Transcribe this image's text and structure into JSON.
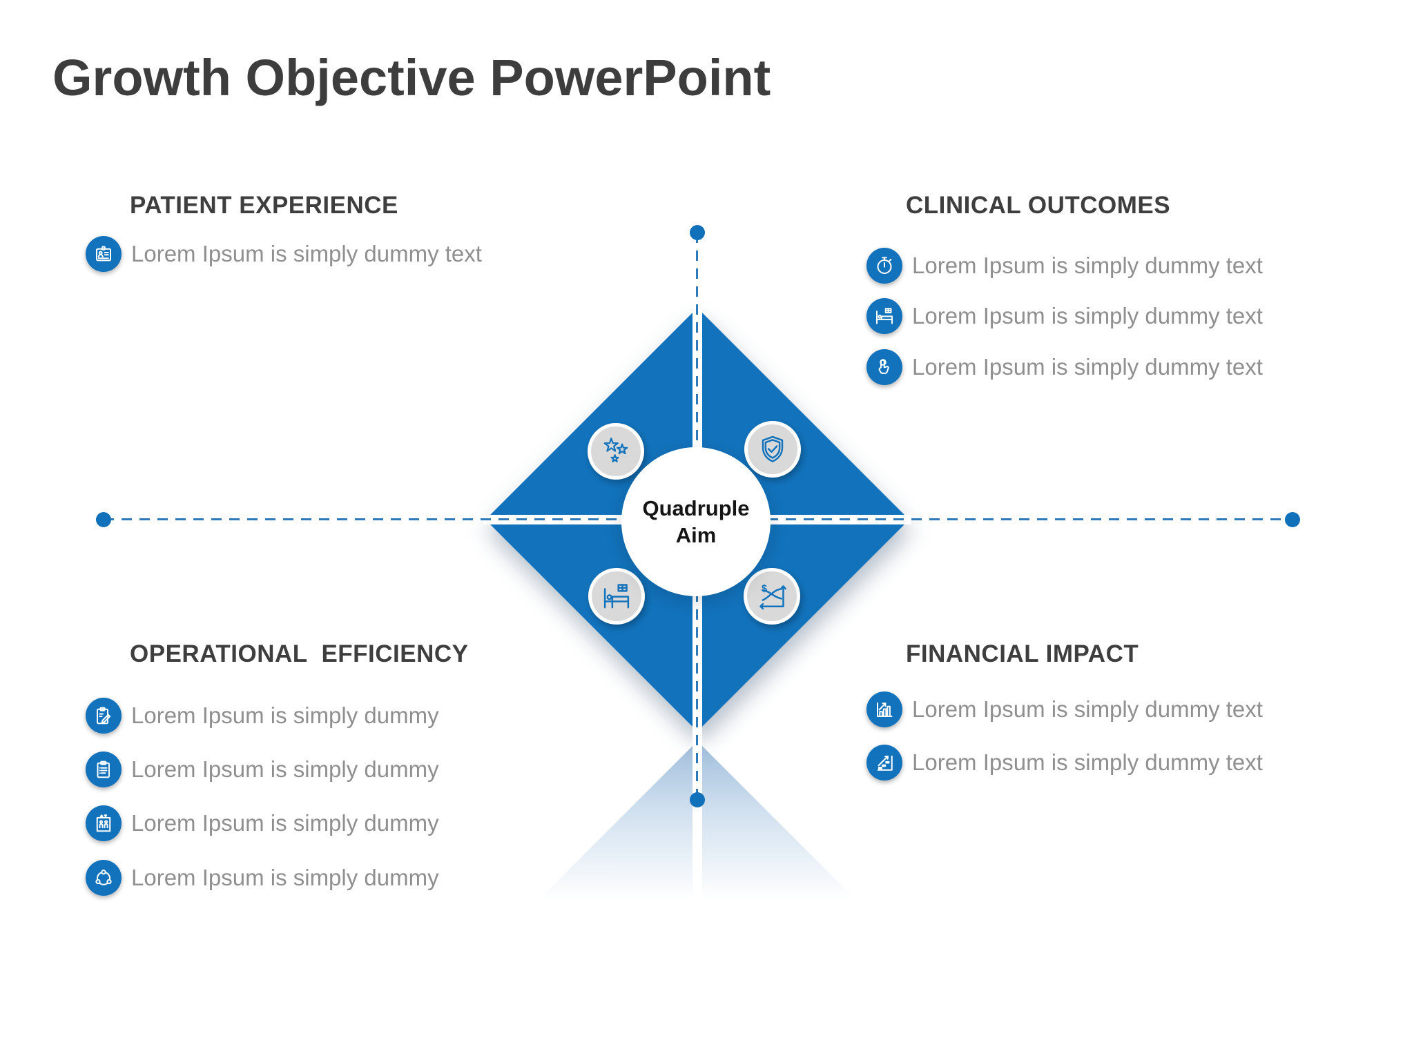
{
  "slide": {
    "title": "Growth Objective PowerPoint"
  },
  "center": {
    "line1": "Quadruple",
    "line2": "Aim"
  },
  "colors": {
    "primary_blue": "#1272BB",
    "dash_blue": "#2E79B7",
    "icon_circle_gray": "#D9D9D9",
    "title_text": "#3D3D3D",
    "heading_text": "#3E3E3E",
    "body_text": "#8F8F8F"
  },
  "quadrants": {
    "patient_experience": {
      "title": "PATIENT EXPERIENCE",
      "diamond_icon": "stars-icon",
      "items": [
        {
          "icon": "id-badge-icon",
          "text": "Lorem Ipsum is simply dummy text"
        }
      ]
    },
    "clinical_outcomes": {
      "title": "CLINICAL OUTCOMES",
      "diamond_icon": "shield-check-icon",
      "items": [
        {
          "icon": "stopwatch-icon",
          "text": "Lorem Ipsum is simply dummy text"
        },
        {
          "icon": "hospital-bed-icon",
          "text": "Lorem Ipsum is simply dummy text"
        },
        {
          "icon": "tap-hand-icon",
          "text": "Lorem Ipsum is simply dummy text"
        }
      ]
    },
    "operational_efficiency": {
      "title": "OPERATIONAL  EFFICIENCY",
      "diamond_icon": "hospital-bed-icon",
      "items": [
        {
          "icon": "clipboard-pencil-icon",
          "text": "Lorem Ipsum is simply dummy"
        },
        {
          "icon": "clipboard-list-icon",
          "text": "Lorem Ipsum is simply dummy"
        },
        {
          "icon": "elevator-icon",
          "text": "Lorem Ipsum is simply dummy"
        },
        {
          "icon": "network-icon",
          "text": "Lorem Ipsum is simply dummy"
        }
      ]
    },
    "financial_impact": {
      "title": "FINANCIAL IMPACT",
      "diamond_icon": "dollar-growth-icon",
      "items": [
        {
          "icon": "bar-chart-icon",
          "text": "Lorem Ipsum is simply dummy text"
        },
        {
          "icon": "coin-growth-icon",
          "text": "Lorem Ipsum is simply dummy text"
        }
      ]
    }
  }
}
